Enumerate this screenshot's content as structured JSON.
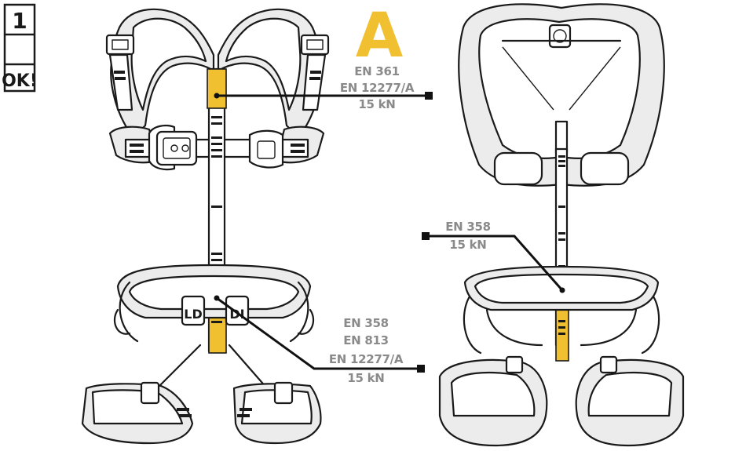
{
  "step": {
    "number": "1",
    "ok": "OK!"
  },
  "accent": "#f0c030",
  "label_color": "#8a8a8a",
  "group_letter": "A",
  "front_upper": {
    "lines": [
      "EN 361",
      "EN 12277/A",
      "15 kN"
    ]
  },
  "front_lower": {
    "lines": [
      "EN 358",
      "EN 813",
      "EN 12277/A",
      "15 kN"
    ]
  },
  "back": {
    "lines": [
      "EN 358",
      "15 kN"
    ]
  }
}
